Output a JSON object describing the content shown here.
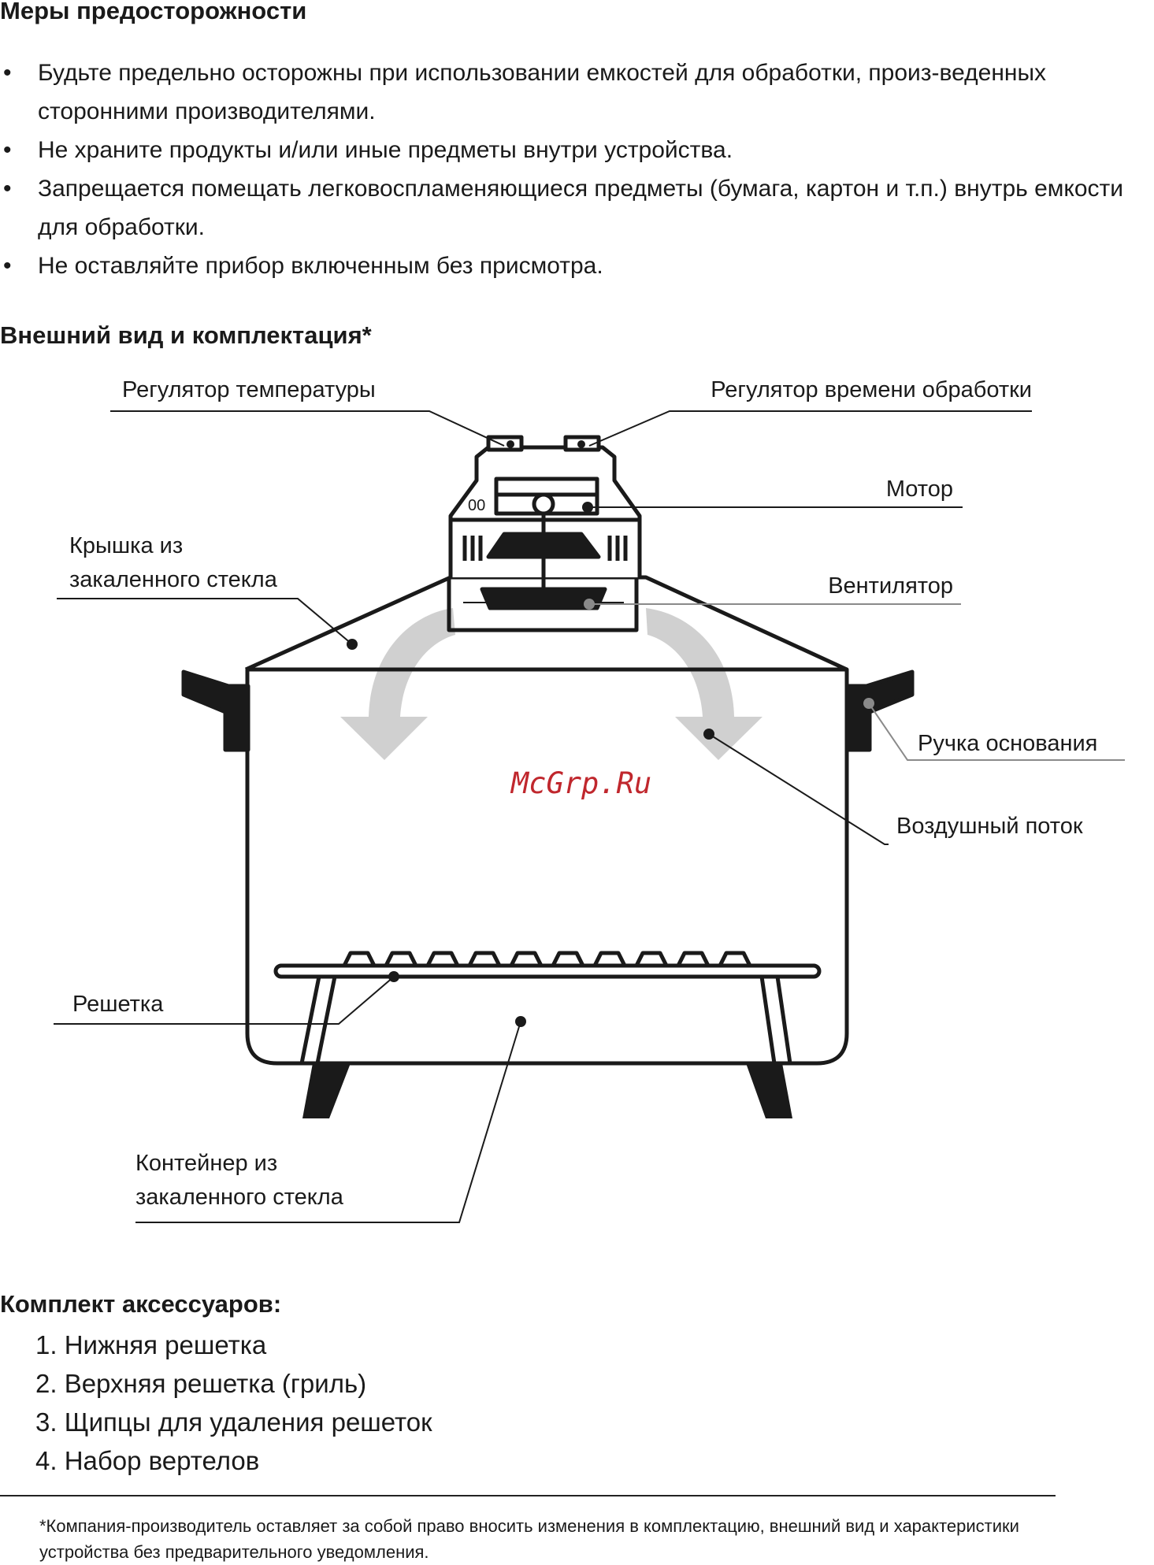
{
  "precautions": {
    "title": "Меры предосторожности",
    "items": [
      "Будьте предельно осторожны при использовании  емкостей для обработки, произ-веденных сторонними производителями.",
      "Не храните продукты и/или иные предметы внутри устройства.",
      "Запрещается помещать легковоспламеняющиеся предметы (бумага, картон и т.п.) внутрь емкости для обработки.",
      "Не оставляйте прибор включенным без присмотра."
    ]
  },
  "appearance": {
    "title": "Внешний вид и комплектация*",
    "labels": {
      "temp_regulator": "Регулятор температуры",
      "time_regulator": "Регулятор времени обработки",
      "motor": "Мотор",
      "lid_line1": "Крышка из",
      "lid_line2": "закаленного стекла",
      "fan": "Вентилятор",
      "handle": "Ручка основания",
      "airflow": "Воздушный поток",
      "grill": "Решетка",
      "container_line1": "Контейнер из",
      "container_line2": "закаленного стекла"
    },
    "panel_text": "00",
    "watermark": "McGrp.Ru"
  },
  "accessories": {
    "title": "Комплект аксессуаров:",
    "items": [
      "1. Нижняя решетка",
      "2. Верхняя решетка (гриль)",
      "3. Щипцы для удаления решеток",
      "4. Набор вертелов"
    ]
  },
  "footnote": "*Компания-производитель оставляет за собой право вносить изменения в комплектацию, внешний вид и характеристики устройства без предварительного уведомления.",
  "colors": {
    "ink": "#1a1a1a",
    "arrow": "#d0d0d0",
    "gray_line": "#8a8a8a",
    "watermark": "#c0272d"
  }
}
